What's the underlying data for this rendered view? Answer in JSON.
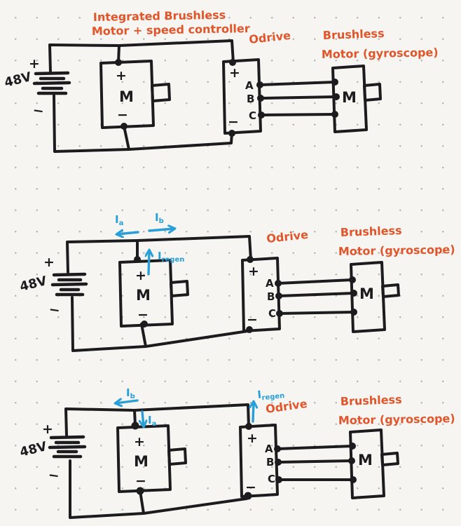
{
  "paper": {
    "style": "dot-grid",
    "background": "#f6f5f2",
    "dot_color": "#b9b8b5"
  },
  "colors": {
    "ink": "#1c1c1e",
    "label_orange": "#e0552a",
    "annotation_blue": "#289fd6"
  },
  "diagrams": [
    {
      "title_line1": "Integrated Brushless",
      "title_line2": "Motor + speed controller",
      "odrive_label": "Odrive",
      "remote_motor_line1": "Brushless",
      "remote_motor_line2": "Motor (gyroscope)",
      "battery": {
        "voltage": "48V",
        "plus": "+",
        "minus": "−"
      },
      "motor": {
        "plus": "+",
        "m": "M",
        "minus": "−"
      },
      "odrive": {
        "plus": "+",
        "a": "A",
        "b": "B",
        "c": "C",
        "minus": "−"
      },
      "gyro": {
        "m": "M"
      }
    },
    {
      "odrive_label": "Odrive",
      "remote_motor_line1": "Brushless",
      "remote_motor_line2": "Motor (gyroscope)",
      "battery": {
        "voltage": "48V",
        "plus": "+",
        "minus": "−"
      },
      "motor": {
        "plus": "+",
        "m": "M",
        "minus": "−"
      },
      "odrive": {
        "plus": "+",
        "a": "A",
        "b": "B",
        "c": "C",
        "minus": "−"
      },
      "gyro": {
        "m": "M"
      },
      "currents": {
        "ia": {
          "base": "I",
          "sub": "a",
          "direction": "left"
        },
        "ib": {
          "base": "I",
          "sub": "b",
          "direction": "right"
        },
        "iregen": {
          "base": "I",
          "sub": "regen",
          "direction": "up"
        }
      }
    },
    {
      "odrive_label": "Odrive",
      "remote_motor_line1": "Brushless",
      "remote_motor_line2": "Motor (gyroscope)",
      "battery": {
        "voltage": "48V",
        "plus": "+",
        "minus": "−"
      },
      "motor": {
        "plus": "+",
        "m": "M",
        "minus": "−"
      },
      "odrive": {
        "plus": "+",
        "a": "A",
        "b": "B",
        "c": "C",
        "minus": "−"
      },
      "gyro": {
        "m": "M"
      },
      "currents": {
        "ib": {
          "base": "I",
          "sub": "b",
          "direction": "left"
        },
        "ia": {
          "base": "I",
          "sub": "a",
          "direction": "down"
        },
        "iregen": {
          "base": "I",
          "sub": "regen",
          "direction": "up"
        }
      }
    }
  ]
}
